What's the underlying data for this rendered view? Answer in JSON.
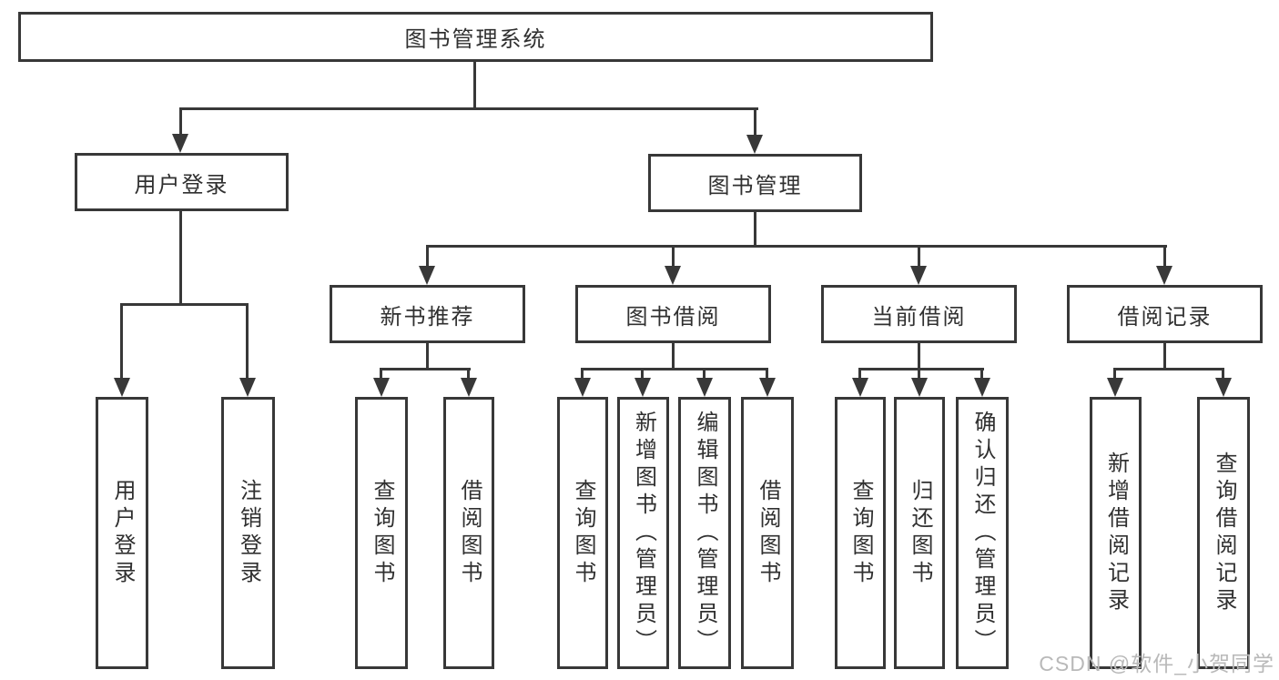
{
  "diagram": {
    "root": {
      "label": "图书管理系统"
    },
    "user_login": {
      "label": "用户登录",
      "children": [
        {
          "label": "用户登录"
        },
        {
          "label": "注销登录"
        }
      ]
    },
    "book_management": {
      "label": "图书管理",
      "sections": [
        {
          "label": "新书推荐",
          "children": [
            {
              "label": "查询图书"
            },
            {
              "label": "借阅图书"
            }
          ]
        },
        {
          "label": "图书借阅",
          "children": [
            {
              "label": "查询图书"
            },
            {
              "label": "新增图书（管理员）"
            },
            {
              "label": "编辑图书（管理员）"
            },
            {
              "label": "借阅图书"
            }
          ]
        },
        {
          "label": "当前借阅",
          "children": [
            {
              "label": "查询图书"
            },
            {
              "label": "归还图书"
            },
            {
              "label": "确认归还（管理员）"
            }
          ]
        },
        {
          "label": "借阅记录",
          "children": [
            {
              "label": "新增借阅记录"
            },
            {
              "label": "查询借阅记录"
            }
          ]
        }
      ]
    }
  },
  "watermark": "CSDN @软件_小贺同学",
  "colors": {
    "line": "#383838",
    "text": "#303030",
    "background": "#ffffff",
    "watermark": "#b9b9b9"
  }
}
